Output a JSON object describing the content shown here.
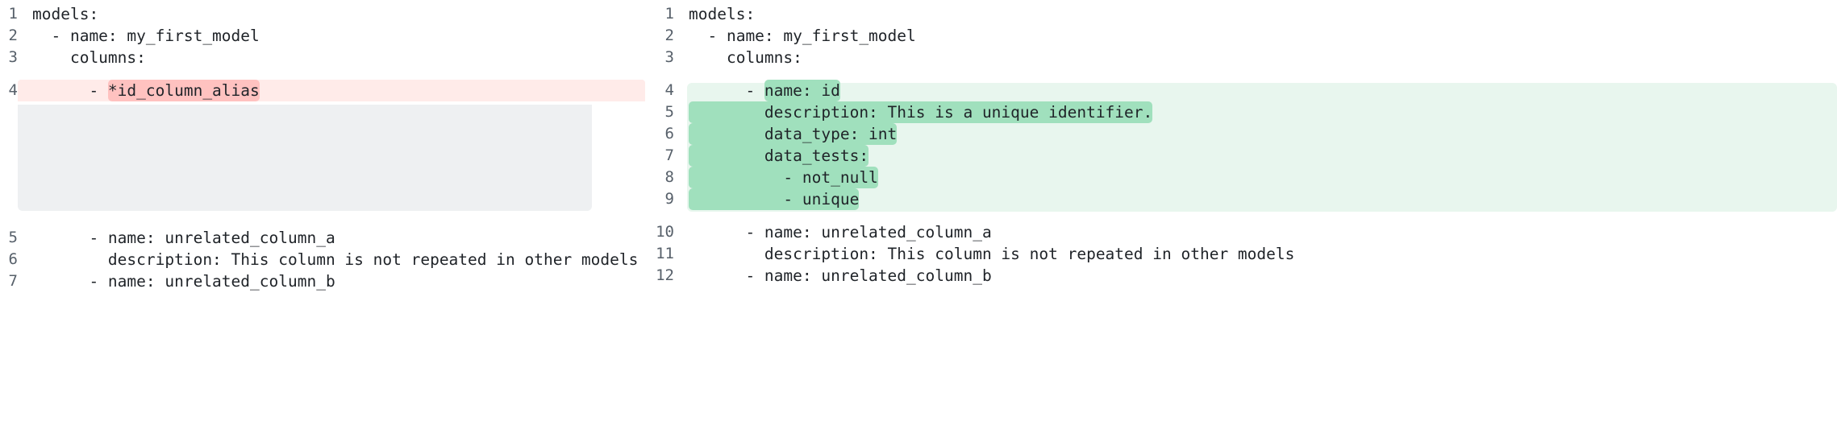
{
  "diff": {
    "left_panel": {
      "name": "before-yaml-pane",
      "variant": "removed",
      "accent_color": "#ffc2c0",
      "row_tint_color": "#ffebe9",
      "elided_block_color": "#eef0f2",
      "lines": [
        {
          "number": "1",
          "text": "models:",
          "highlight": "none"
        },
        {
          "number": "2",
          "text": "  - name: my_first_model",
          "highlight": "none"
        },
        {
          "number": "3",
          "text": "    columns:",
          "highlight": "none"
        },
        {
          "number": "4",
          "text": "      - ",
          "highlight": "word-del",
          "highlight_text": "*id_column_alias"
        },
        {
          "number": "5",
          "text": "      - name: unrelated_column_a",
          "highlight": "none"
        },
        {
          "number": "6",
          "text": "        description: This column is not repeated in other models",
          "highlight": "none"
        },
        {
          "number": "7",
          "text": "      - name: unrelated_column_b",
          "highlight": "none"
        }
      ]
    },
    "right_panel": {
      "name": "after-yaml-pane",
      "variant": "added",
      "accent_color": "#a0e0bd",
      "block_tint_color": "#e8f6ee",
      "lines": [
        {
          "number": "1",
          "text": "models:",
          "highlight": "none"
        },
        {
          "number": "2",
          "text": "  - name: my_first_model",
          "highlight": "none"
        },
        {
          "number": "3",
          "text": "    columns:",
          "highlight": "none"
        },
        {
          "number": "4",
          "text": "      - ",
          "highlight": "word-add",
          "highlight_text": "name: id"
        },
        {
          "number": "5",
          "text": "",
          "highlight": "full-add",
          "highlight_text": "        description: This is a unique identifier."
        },
        {
          "number": "6",
          "text": "",
          "highlight": "full-add",
          "highlight_text": "        data_type: int"
        },
        {
          "number": "7",
          "text": "",
          "highlight": "full-add",
          "highlight_text": "        data_tests:"
        },
        {
          "number": "8",
          "text": "",
          "highlight": "full-add",
          "highlight_text": "          - not_null"
        },
        {
          "number": "9",
          "text": "",
          "highlight": "full-add",
          "highlight_text": "          - unique"
        },
        {
          "number": "10",
          "text": "      - name: unrelated_column_a",
          "highlight": "none"
        },
        {
          "number": "11",
          "text": "        description: This column is not repeated in other models",
          "highlight": "none"
        },
        {
          "number": "12",
          "text": "      - name: unrelated_column_b",
          "highlight": "none"
        }
      ]
    }
  }
}
